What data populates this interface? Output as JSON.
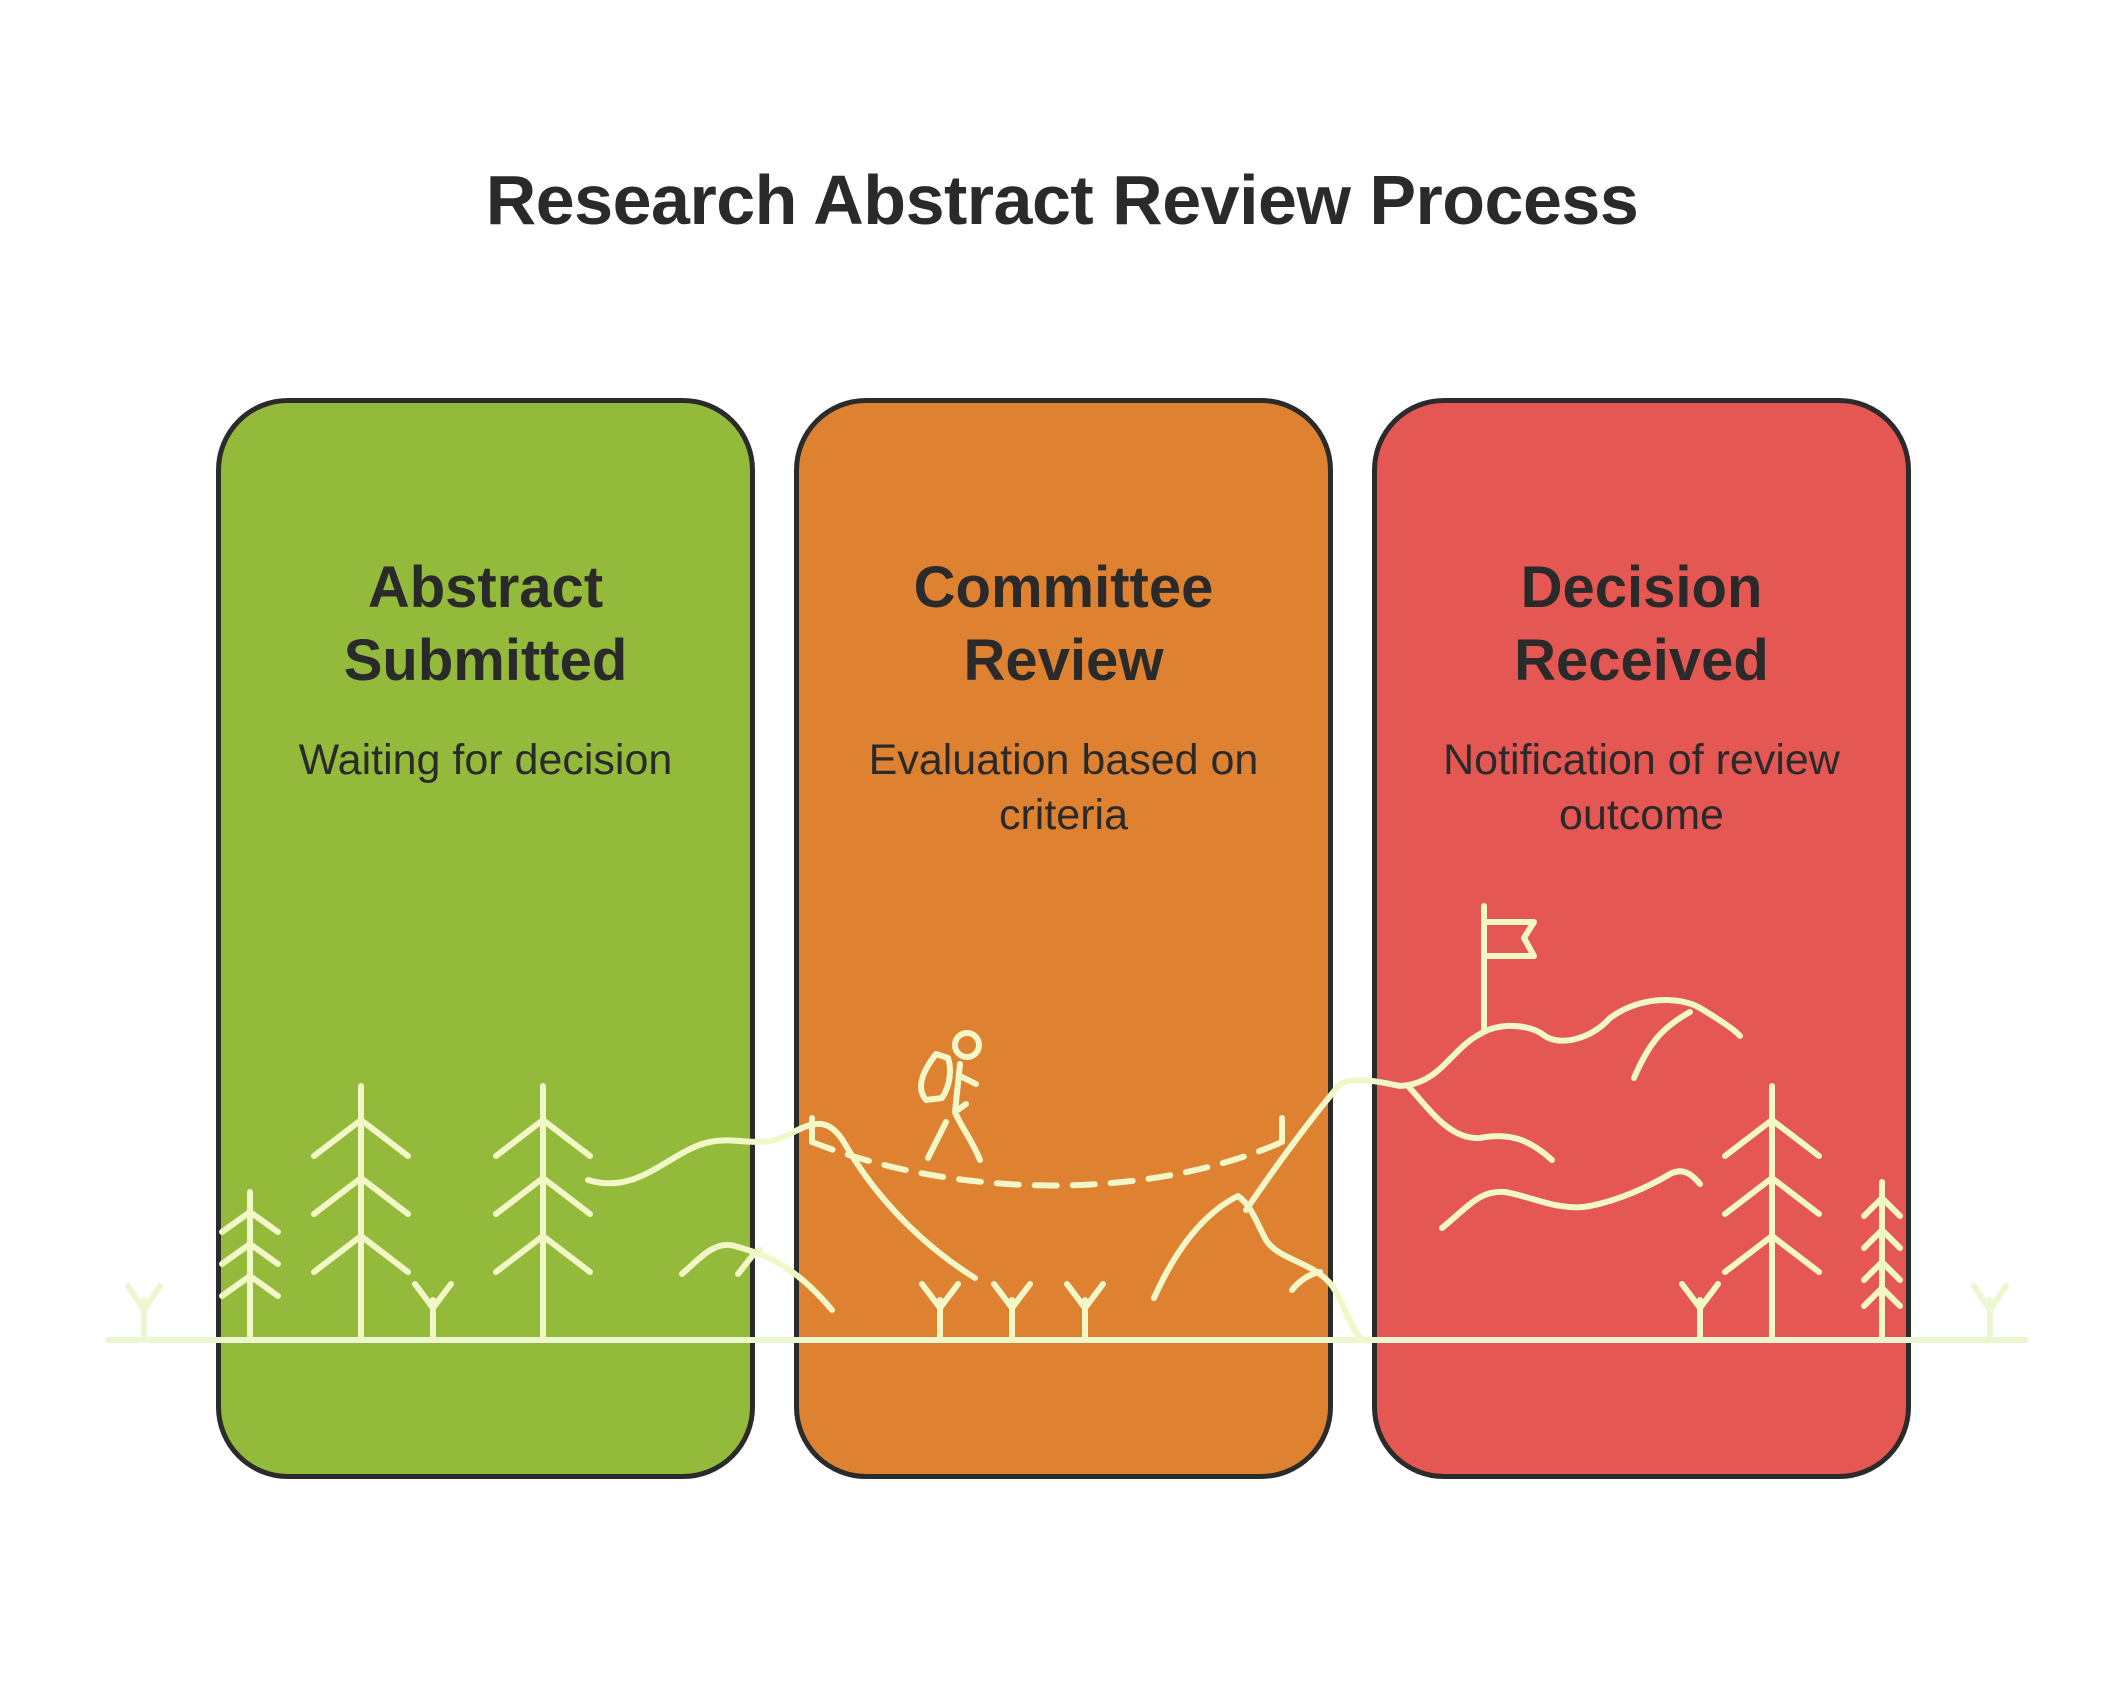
{
  "title": "Research Abstract Review Process",
  "steps": [
    {
      "title": "Abstract\nSubmitted",
      "description": "Waiting for decision",
      "color": "#93BA3B"
    },
    {
      "title": "Committee\nReview",
      "description": "Evaluation based on\ncriteria",
      "color": "#DE8231"
    },
    {
      "title": "Decision\nReceived",
      "description": "Notification of review\noutcome",
      "color": "#E45753"
    }
  ],
  "colors": {
    "outline": "#2B2B2B",
    "line_art": "#F1F7C6",
    "text": "#2A2A2A"
  },
  "icons": [
    "pine-tree-icon",
    "sprout-icon",
    "hill-icon",
    "hiker-icon",
    "flag-icon",
    "mountain-icon"
  ]
}
